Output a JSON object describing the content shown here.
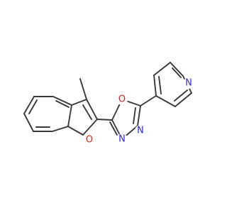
{
  "molecule": {
    "atom_labels": {
      "oxygen_furan": "O",
      "oxygen_oxadiazole": "O",
      "nitrogen_3": "N",
      "nitrogen_4": "N",
      "nitrogen_pyridine": "N"
    },
    "colors": {
      "bond": "#3a3a3a",
      "oxygen": "#e8231a",
      "nitrogen": "#2a2ad6"
    }
  }
}
